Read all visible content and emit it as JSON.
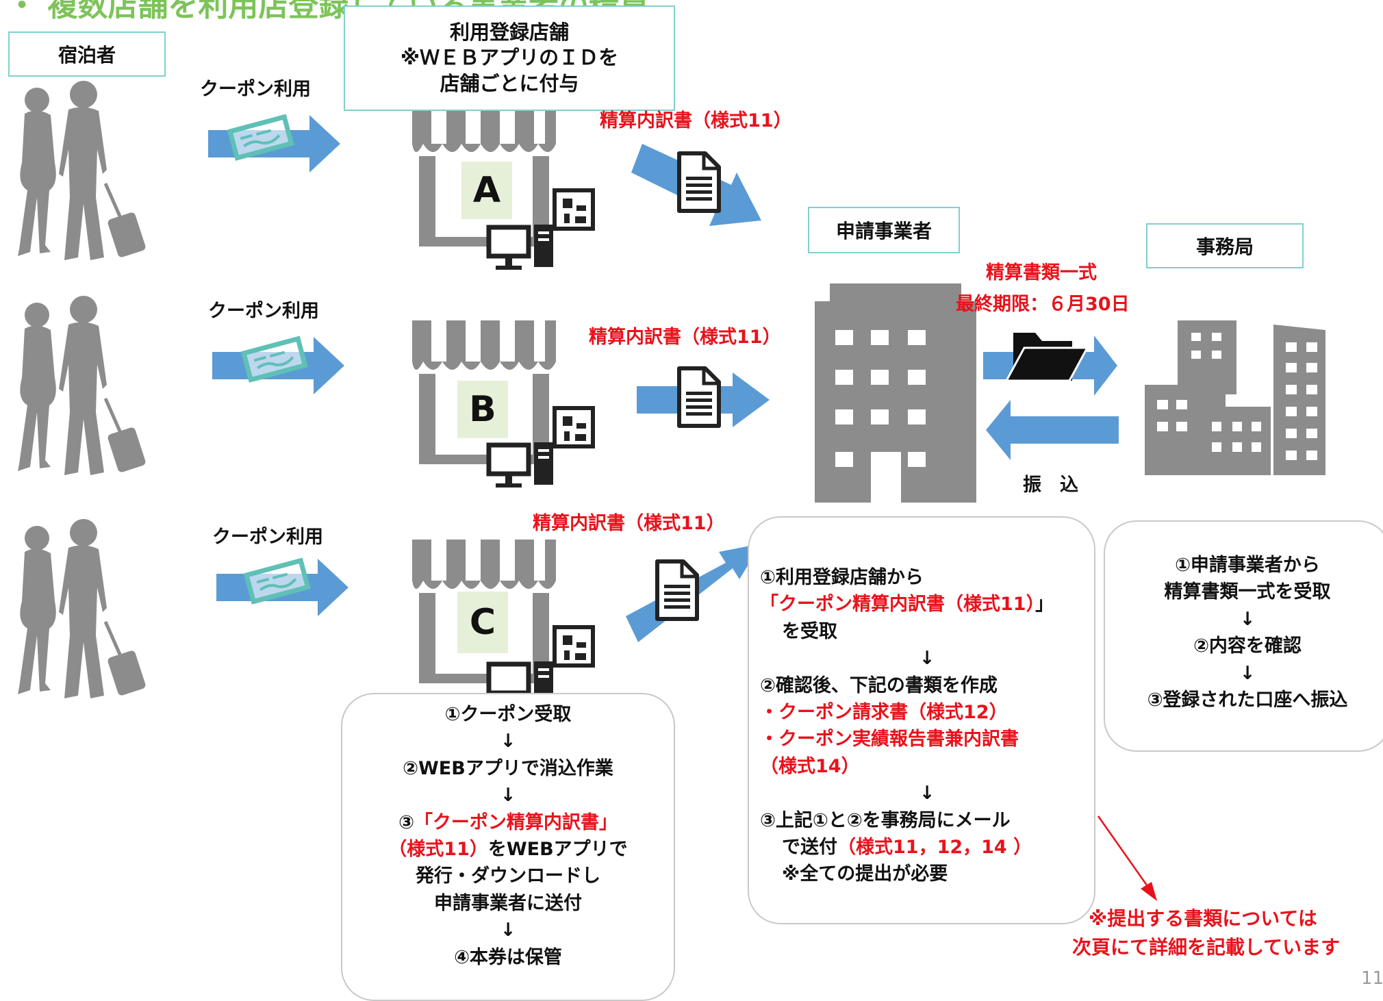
{
  "title": "・ 複数店舗を利用店登録している事業者の精算",
  "page_number": "11",
  "labels": {
    "guest": "宿泊者",
    "store_registered": [
      "利用登録店舗",
      "※ＷＥＢアプリのＩＤを",
      "店舗ごとに付与"
    ],
    "applicant": "申請事業者",
    "office": "事務局"
  },
  "coupon_use": "クーポン利用",
  "breakdown_doc": "精算内訳書（様式11）",
  "stores": [
    "A",
    "B",
    "C"
  ],
  "submission": {
    "line1": "精算書類一式",
    "line2": "最終期限：６月30日"
  },
  "transfer": "振　込",
  "store_steps": {
    "s1": "①クーポン受取",
    "arrow": "↓",
    "s2": "②WEBアプリで消込作業",
    "s3a": "③",
    "s3b": "「クーポン精算内訳書」",
    "s3c": "（様式11）",
    "s3d": "をWEBアプリで",
    "s3e": "発行・ダウンロードし",
    "s3f": "申請事業者に送付",
    "s4": "④本券は保管"
  },
  "applicant_steps": {
    "s1a": "①利用登録店舗から",
    "s1b_open": "「",
    "s1b": "クーポン精算内訳書（様式11）",
    "s1b_close": "」",
    "s1c": "を受取",
    "arrow": "↓",
    "s2a": "②確認後、下記の書類を作成",
    "s2b_dot": "・",
    "s2b": "クーポン請求書（様式12）",
    "s2c_dot": "・",
    "s2c": "クーポン実績報告書兼内訳書",
    "s2d": "（様式14）",
    "s3a": "③上記①と②を事務局にメール",
    "s3b_pre": "で送付",
    "s3b": "（様式11，12，14 ）",
    "s3c": "※全ての提出が必要"
  },
  "office_steps": {
    "s1a": "①申請事業者から",
    "s1b": "精算書類一式を受取",
    "arrow": "↓",
    "s2": "②内容を確認",
    "s3": "③登録された口座へ振込"
  },
  "note": {
    "line1": "※提出する書類については",
    "line2": "次頁にて詳細を記載しています"
  },
  "colors": {
    "title_green": "#7dc35a",
    "red": "#e8121b",
    "arrow_blue": "#5b9bd5",
    "gray_icon": "#8c8c8c",
    "box_border": "#7fd0cf"
  }
}
